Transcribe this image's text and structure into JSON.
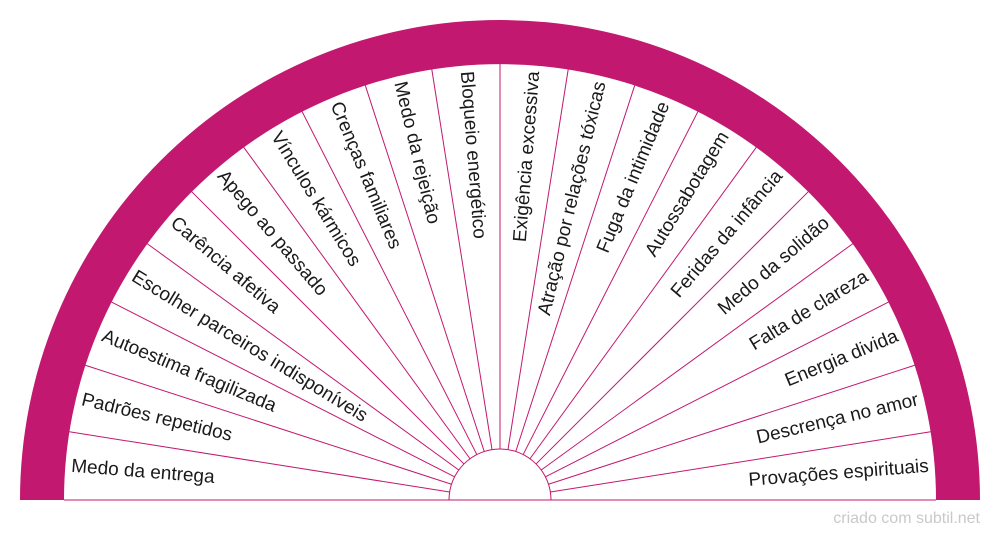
{
  "chart": {
    "segments": [
      "Medo da entrega",
      "Padrões repetidos",
      "Autoestima fragilizada",
      "Escolher parceiros indisponíveis",
      "Carência afetiva",
      "Apego ao passado",
      "Vínculos kármicos",
      "Crenças familiares",
      "Medo da rejeição",
      "Bloqueio energético",
      "Exigência excessiva",
      "Atração por relações tóxicas",
      "Fuga da intimidade",
      "Autossabotagem",
      "Feridas da infância",
      "Medo da solidão",
      "Falta de clareza",
      "Energia divida",
      "Descrença no amor",
      "Provações espirituais"
    ],
    "colors": {
      "ring": "#c2186f",
      "divider": "#c2186f",
      "label": "#1a1a1a",
      "background": "#ffffff"
    }
  },
  "footer": {
    "credit": "criado com subtil.net"
  }
}
